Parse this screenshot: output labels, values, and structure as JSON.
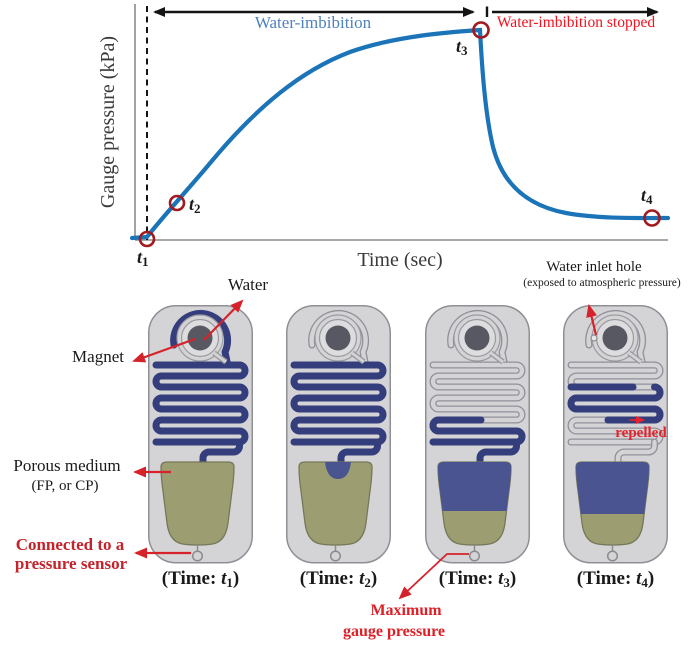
{
  "chart": {
    "y_axis_label": "Gauge pressure (kPa)",
    "x_axis_label": "Time (sec)",
    "phase_regions": [
      {
        "label": "Water-imbibition",
        "color": "#4f81bd"
      },
      {
        "label": "Water-imbibition stopped",
        "color": "#f8101c"
      }
    ],
    "point_labels": [
      {
        "base": "t",
        "sub": "1"
      },
      {
        "base": "t",
        "sub": "2"
      },
      {
        "base": "t",
        "sub": "3"
      },
      {
        "base": "t",
        "sub": "4"
      }
    ]
  },
  "chart_data": {
    "type": "line",
    "title": "",
    "xlabel": "Time (sec)",
    "ylabel": "Gauge pressure (kPa)",
    "x_ticks": [],
    "y_ticks": [],
    "axes_note": "No numeric tick labels shown; values below are normalized 0-1 estimates read from the curve geometry.",
    "series": [
      {
        "name": "Gauge pressure",
        "points_norm": [
          [
            0.0,
            0.0
          ],
          [
            0.03,
            0.005
          ],
          [
            0.08,
            0.17
          ],
          [
            0.15,
            0.36
          ],
          [
            0.25,
            0.57
          ],
          [
            0.35,
            0.73
          ],
          [
            0.45,
            0.85
          ],
          [
            0.55,
            0.93
          ],
          [
            0.62,
            0.98
          ],
          [
            0.648,
            1.0
          ],
          [
            0.66,
            0.8
          ],
          [
            0.675,
            0.55
          ],
          [
            0.7,
            0.38
          ],
          [
            0.75,
            0.22
          ],
          [
            0.82,
            0.14
          ],
          [
            0.9,
            0.11
          ],
          [
            0.97,
            0.1
          ],
          [
            1.0,
            0.1
          ]
        ]
      }
    ],
    "marked_points": [
      {
        "label": "t1",
        "x_norm": 0.03,
        "y_norm": 0.0
      },
      {
        "label": "t2",
        "x_norm": 0.08,
        "y_norm": 0.17
      },
      {
        "label": "t3",
        "x_norm": 0.648,
        "y_norm": 1.0,
        "note": "Maximum gauge pressure"
      },
      {
        "label": "t4",
        "x_norm": 0.97,
        "y_norm": 0.1
      }
    ],
    "phases": [
      {
        "label": "Water-imbibition",
        "x_range_norm": [
          0.03,
          0.648
        ]
      },
      {
        "label": "Water-imbibition stopped",
        "x_range_norm": [
          0.648,
          1.0
        ]
      }
    ],
    "legend": "none",
    "grid": false
  },
  "devices": [
    {
      "caption_prefix": "(Time: ",
      "caption_var": "t",
      "caption_sub": "1",
      "caption_suffix": ")"
    },
    {
      "caption_prefix": "(Time: ",
      "caption_var": "t",
      "caption_sub": "2",
      "caption_suffix": ")"
    },
    {
      "caption_prefix": "(Time: ",
      "caption_var": "t",
      "caption_sub": "3",
      "caption_suffix": ")"
    },
    {
      "caption_prefix": "(Time: ",
      "caption_var": "t",
      "caption_sub": "4",
      "caption_suffix": ")"
    }
  ],
  "annotations": {
    "water": "Water",
    "magnet": "Magnet",
    "porous_line1": "Porous medium",
    "porous_line2": "(FP, or CP)",
    "sensor_line1": "Connected to a",
    "sensor_line2": "pressure sensor",
    "inlet_line1": "Water inlet hole",
    "inlet_line2": "(exposed to atmospheric pressure)",
    "max_line1": "Maximum",
    "max_line2": "gauge pressure",
    "repelled": "repelled"
  },
  "colors": {
    "curve_blue": "#1b74b8",
    "channel_navy": "#343e7d",
    "porous_olive": "#9d9d72",
    "water_in_porous": "#4a5490",
    "device_body": "#d4d4d6",
    "marker_ring_red": "#a11a20",
    "annotation_red": "#d6222a",
    "phase1_blue": "#4f81bd",
    "phase2_red": "#f8101c"
  }
}
